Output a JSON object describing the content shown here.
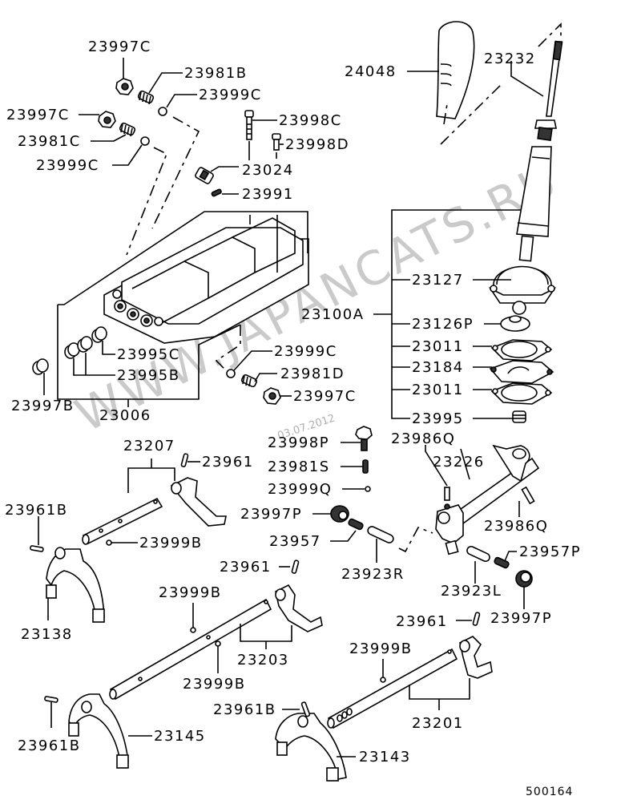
{
  "diagram": {
    "title": "Transmission shift lever / shift rail parts diagram",
    "diagram_code": "500164",
    "watermark": "WWW.JAPANCATS.RU",
    "watermark_date": "03.07.2012",
    "labels": {
      "p23997C_a": "23997C",
      "p23981B": "23981B",
      "p23999C_a": "23999C",
      "p23997C_b": "23997C",
      "p23981C": "23981C",
      "p23999C_b": "23999C",
      "p23998C": "23998C",
      "p23998D": "23998D",
      "p23024": "23024",
      "p23991": "23991",
      "p24048": "24048",
      "p23232": "23232",
      "p23127": "23127",
      "p23100A": "23100A",
      "p23126P": "23126P",
      "p23011_a": "23011",
      "p23184": "23184",
      "p23011_b": "23011",
      "p23995": "23995",
      "p23995C": "23995C",
      "p23995B": "23995B",
      "p23997B": "23997B",
      "p23006": "23006",
      "p23999C_c": "23999C",
      "p23981D": "23981D",
      "p23997C_c": "23997C",
      "p23998P": "23998P",
      "p23981S": "23981S",
      "p23999Q": "23999Q",
      "p23997P_a": "23997P",
      "p23957_a": "23957",
      "p23923R": "23923R",
      "p23986Q_a": "23986Q",
      "p23226": "23226",
      "p23986Q_b": "23986Q",
      "p23957P": "23957P",
      "p23923L": "23923L",
      "p23997P_b": "23997P",
      "p23207": "23207",
      "p23961_a": "23961",
      "p23961B_a": "23961B",
      "p23999B_a": "23999B",
      "p23138": "23138",
      "p23961_b": "23961",
      "p23999B_b": "23999B",
      "p23203": "23203",
      "p23999B_c": "23999B",
      "p23961B_b": "23961B",
      "p23145": "23145",
      "p23961_c": "23961",
      "p23999B_d": "23999B",
      "p23201": "23201",
      "p23961B_c": "23961B",
      "p23143": "23143"
    }
  }
}
